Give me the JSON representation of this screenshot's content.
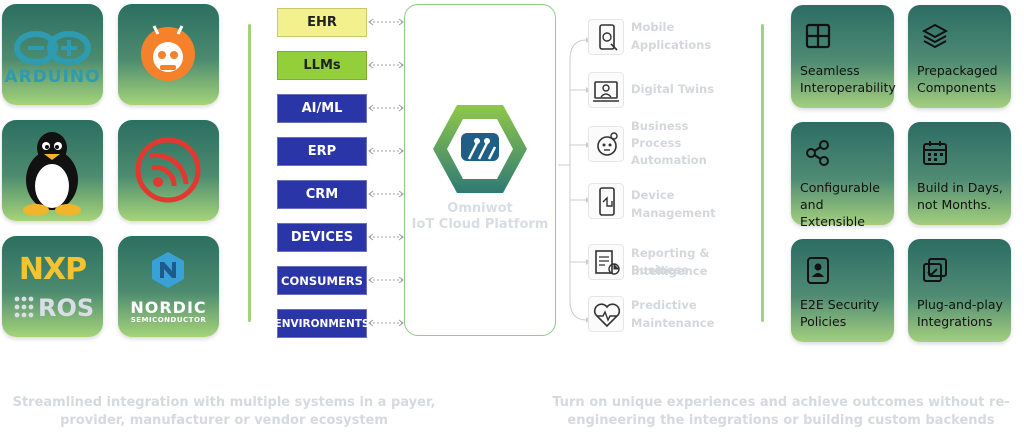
{
  "logos": {
    "arduino": {
      "text": "ARDUINO"
    },
    "platformio": {
      "text": ""
    },
    "linux": {
      "text": ""
    },
    "espressif": {
      "text": ""
    },
    "nxp": {
      "text": "NXP",
      "sub": "ROS"
    },
    "nordic": {
      "text": "NORDIC",
      "sub": "SEMICONDUCTOR"
    }
  },
  "systems": [
    {
      "label": "EHR"
    },
    {
      "label": "LLMs"
    },
    {
      "label": "AI/ML"
    },
    {
      "label": "ERP"
    },
    {
      "label": "CRM"
    },
    {
      "label": "DEVICES"
    },
    {
      "label": "CONSUMERS"
    },
    {
      "label": "ENVIRONMENTS"
    }
  ],
  "platform": {
    "name_line1": "Omniwot",
    "name_line2": "IoT Cloud Platform"
  },
  "services": [
    {
      "line1": "Mobile",
      "line2": "Applications",
      "line3": ""
    },
    {
      "line1": "Digital Twins",
      "line2": "",
      "line3": ""
    },
    {
      "line1": "Business",
      "line2": "Process",
      "line3": "Automation"
    },
    {
      "line1": "Device",
      "line2": "Management",
      "line3": ""
    },
    {
      "line1": "Reporting & Business",
      "line2": "Intelligence",
      "line3": ""
    },
    {
      "line1": "Predictive",
      "line2": "Maintenance",
      "line3": ""
    }
  ],
  "features": [
    {
      "line1": "Seamless",
      "line2": "Interoperability",
      "icon": "grid-icon"
    },
    {
      "line1": "Prepackaged",
      "line2": "Components",
      "icon": "layers-icon"
    },
    {
      "line1": "Configurable",
      "line2": "and Extensible",
      "icon": "share-icon"
    },
    {
      "line1": "Build in Days,",
      "line2": "not Months.",
      "icon": "calendar-icon"
    },
    {
      "line1": "E2E Security",
      "line2": "Policies",
      "icon": "shield-user-icon"
    },
    {
      "line1": "Plug-and-play",
      "line2": "Integrations",
      "icon": "plug-squares-icon"
    }
  ],
  "captions": {
    "left_line1": "Streamlined integration with multiple systems in a payer,",
    "left_line2": "provider, manufacturer or vendor ecosystem",
    "right_line1": "Turn on unique experiences and achieve outcomes without re-",
    "right_line2": "engineering the integrations or building custom backends"
  },
  "colors": {
    "tile_dark": "#2b6f61",
    "tile_light": "#a5d479",
    "divider": "#9fd37f",
    "ehr_box": "#f3f18d",
    "llm_box": "#92cf3b",
    "system_box": "#2a36a8"
  }
}
